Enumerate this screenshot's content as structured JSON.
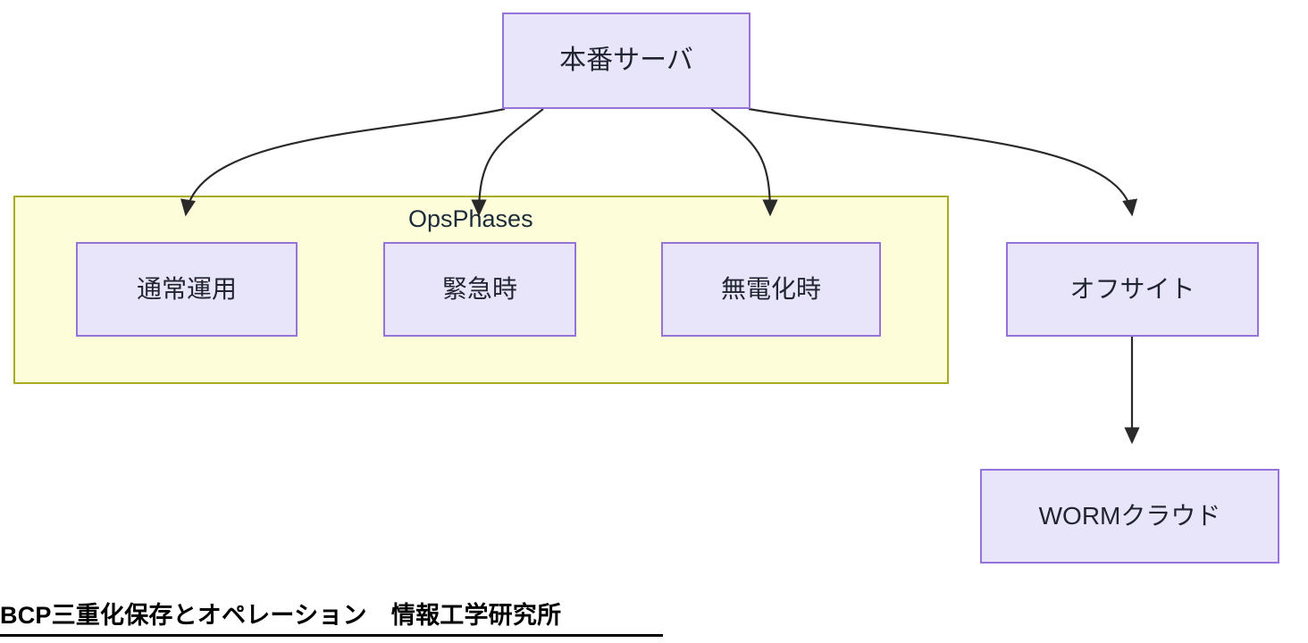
{
  "diagram": {
    "nodes": [
      {
        "id": "prod",
        "label": "本番サーバ"
      },
      {
        "id": "normal",
        "label": "通常運用"
      },
      {
        "id": "urgent",
        "label": "緊急時"
      },
      {
        "id": "blackout",
        "label": "無電化時"
      },
      {
        "id": "offsite",
        "label": "オフサイト"
      },
      {
        "id": "worm",
        "label": "WORMクラウド"
      }
    ],
    "groups": [
      {
        "id": "opsphases",
        "label": "OpsPhases"
      }
    ],
    "edges": [
      {
        "from": "本番サーバ",
        "to": "通常運用"
      },
      {
        "from": "本番サーバ",
        "to": "緊急時"
      },
      {
        "from": "本番サーバ",
        "to": "無電化時"
      },
      {
        "from": "本番サーバ",
        "to": "オフサイト"
      },
      {
        "from": "オフサイト",
        "to": "WORMクラウド"
      }
    ],
    "caption": "BCP三重化保存とオペレーション　情報工学研究所",
    "colors": {
      "node_fill": "#e8e4fa",
      "node_border": "#9673d8",
      "group_fill": "#fdfdd9",
      "group_border": "#aaaa20",
      "edge": "#2a2a2a",
      "text": "#1f2430",
      "caption_text": "#000000"
    }
  }
}
